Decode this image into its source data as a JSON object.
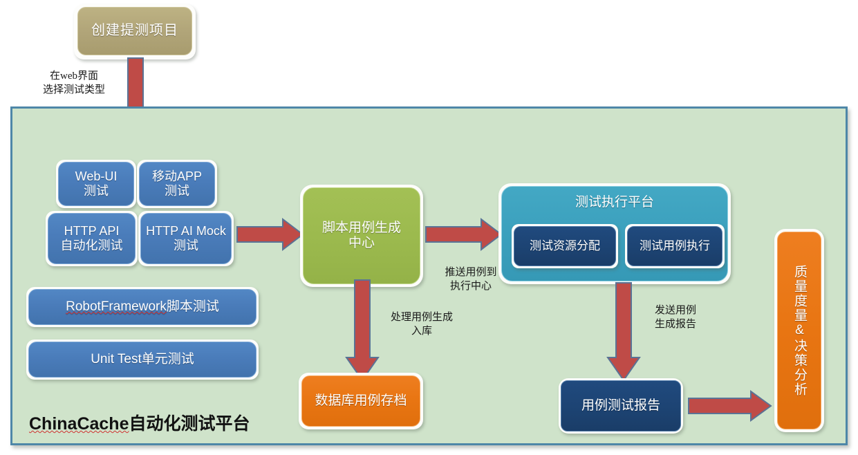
{
  "diagram": {
    "title": "ChinaCache自动化测试平台",
    "title_parts": {
      "brand": "ChinaCache",
      "rest": "自动化测试平台"
    },
    "colors": {
      "container_fill": "#cfe3ca",
      "container_border": "#4e87a8",
      "khaki": "#b0a478",
      "blue": "#4a7cba",
      "olive": "#9cba4e",
      "teal": "#3ba0bd",
      "navy": "#1d4474",
      "orange": "#e87512",
      "arrow": "#bf4b47",
      "arrow_outline": "#5a7395"
    }
  },
  "nodes": {
    "create_project": "创建提测项目",
    "web_ui_test": "Web-UI\n测试",
    "mobile_app_test": "移动APP\n测试",
    "http_api_test": "HTTP API\n自动化测试",
    "http_ai_mock_test": "HTTP AI Mock\n测试",
    "robot_framework": {
      "brand": "RobotFramework",
      "rest": "脚本测试"
    },
    "unit_test": "Unit Test单元测试",
    "script_case_center": "脚本用例生成\n中心",
    "exec_platform_title": "测试执行平台",
    "resource_alloc": "测试资源分配",
    "case_exec": "测试用例执行",
    "db_archive": "数据库用例存档",
    "case_test_report": "用例测试报告",
    "quality_analysis": "质量度量&决策分析"
  },
  "edge_labels": {
    "select_test_type": "在web界面\n选择测试类型",
    "push_case_to_exec": "推送用例到\n执行中心",
    "process_case_store": "处理用例生成\n入库",
    "send_case_report": "发送用例\n生成报告"
  }
}
